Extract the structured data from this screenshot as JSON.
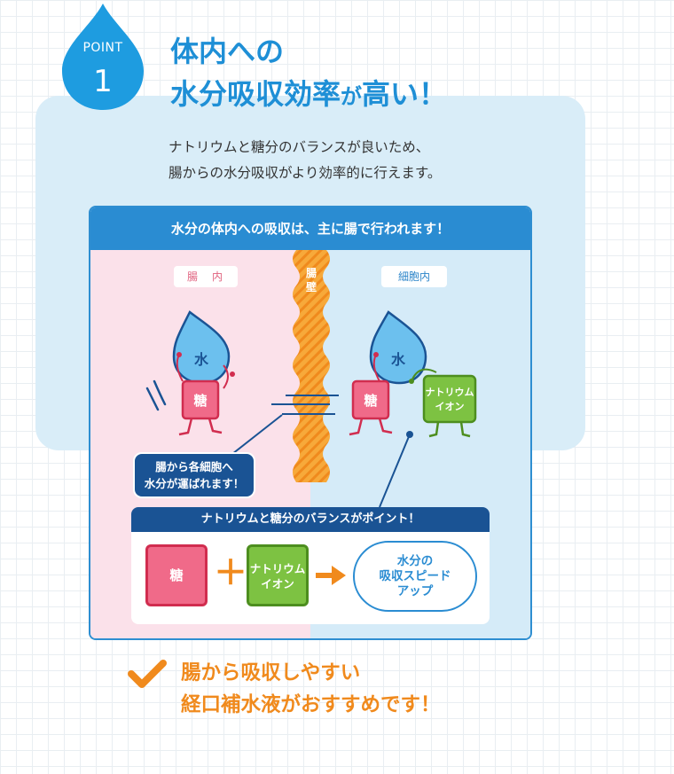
{
  "point": {
    "label": "POINT",
    "number": "1"
  },
  "title": {
    "line1": "体内への",
    "line2_main": "水分吸収効率",
    "line2_suffix": "が",
    "line2_end": "高い！"
  },
  "description": {
    "line1": "ナトリウムと糖分のバランスが良いため、",
    "line2": "腸からの水分吸収がより効率的に行えます。"
  },
  "diagram": {
    "header": "水分の体内への吸収は、主に腸で行われます！",
    "left_label": "腸　内",
    "right_label": "細胞内",
    "wall_label_1": "腸",
    "wall_label_2": "壁",
    "water_left": "水",
    "water_right": "水",
    "sugar_left": "糖",
    "sugar_right": "糖",
    "sodium_line1": "ナトリウム",
    "sodium_line2": "イオン",
    "callout_line1": "腸から各細胞へ",
    "callout_line2": "水分が運ばれます！",
    "balance_header": "ナトリウムと糖分のバランスがポイント！",
    "balance_sugar": "糖",
    "balance_plus": "＋",
    "balance_sodium_line1": "ナトリウム",
    "balance_sodium_line2": "イオン",
    "result_line1": "水分の",
    "result_line2": "吸収スピード",
    "result_line3": "アップ"
  },
  "conclusion": {
    "line1": "腸から吸収しやすい",
    "line2": "経口補水液がおすすめです！"
  },
  "colors": {
    "accent_blue": "#2a8cd2",
    "navy": "#1a5394",
    "orange": "#f08a1d",
    "sugar_pink": "#f06a89",
    "sodium_green": "#7dc242",
    "gut_pink": "#fbe1ea",
    "cell_blue": "#d5ebf8"
  },
  "icons": [
    "water-drop-icon",
    "check-icon",
    "arrow-right-icon",
    "motion-lines-icon"
  ]
}
